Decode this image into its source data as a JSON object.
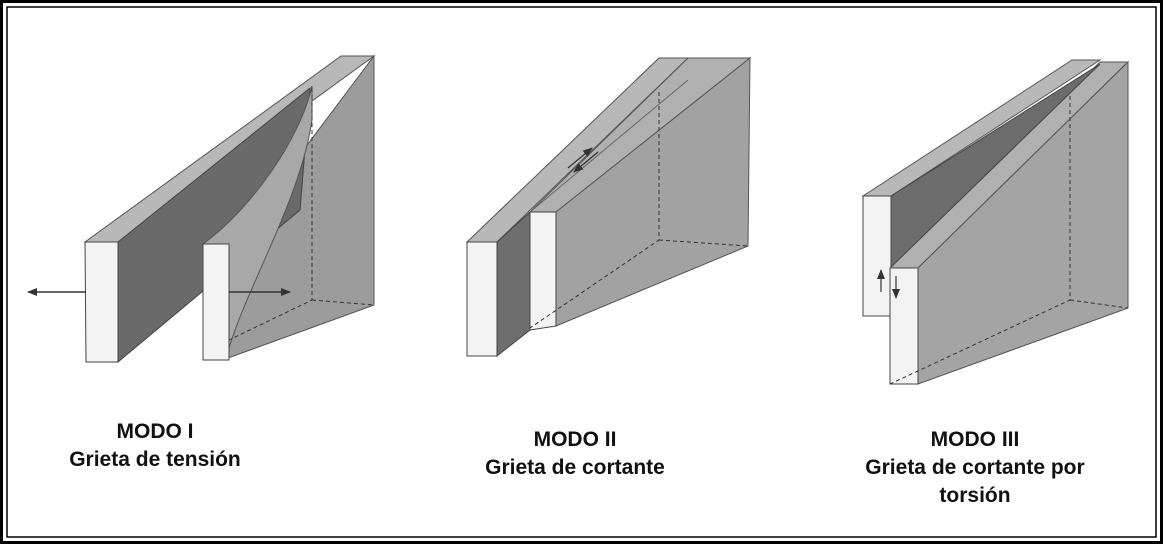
{
  "diagram": {
    "modes": [
      {
        "title": "MODO I",
        "subtitle": "Grieta de tensión"
      },
      {
        "title": "MODO II",
        "subtitle": "Grieta de cortante"
      },
      {
        "title": "MODO III",
        "subtitle_line1": "Grieta de cortante por",
        "subtitle_line2": "torsión"
      }
    ]
  },
  "colors": {
    "top_face": "#b4b4b4",
    "side_face": "#9a9a9a",
    "dark_face": "#6e6e6e",
    "end_face": "#f4f4f4",
    "border": "#000000"
  }
}
